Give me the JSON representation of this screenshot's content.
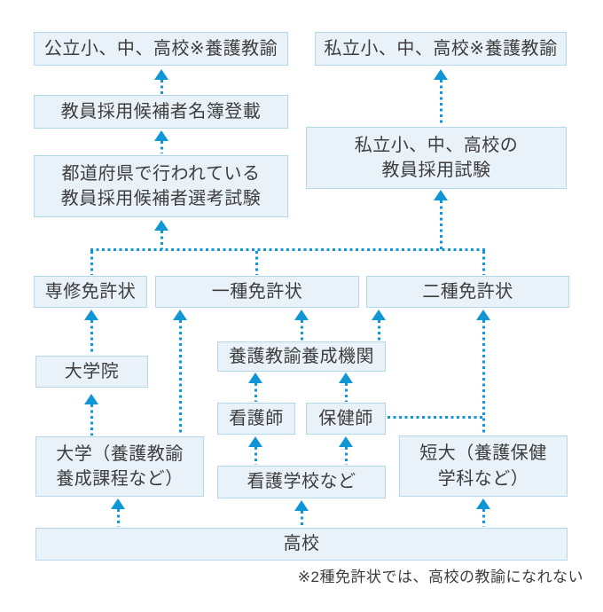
{
  "nodes": {
    "public_school": "公立小、中、高校※養護教諭",
    "private_school": "私立小、中、高校※養護教諭",
    "roster": "教員採用候補者名簿登載",
    "pref_exam_l1": "都道府県で行われている",
    "pref_exam_l2": "教員採用候補者選考試験",
    "private_exam_l1": "私立小、中、高校の",
    "private_exam_l2": "教員採用試験",
    "senshu_license": "専修免許状",
    "isshu_license": "一種免許状",
    "nishu_license": "二種免許状",
    "grad_school": "大学院",
    "training_institution": "養護教諭養成機関",
    "nurse": "看護師",
    "health_nurse": "保健師",
    "university_l1": "大学（養護教諭",
    "university_l2": "養成課程など）",
    "nursing_school": "看護学校など",
    "junior_college_l1": "短大（養護保健",
    "junior_college_l2": "学科など）",
    "highschool": "高校"
  },
  "note": "※2種免許状では、高校の教諭になれない",
  "colors": {
    "arrow_blue": "#0f96d6",
    "box_fill": "#eaf2f9",
    "box_border": "#b3d7eb",
    "text": "#3d3d3d",
    "background": "#ffffff"
  }
}
